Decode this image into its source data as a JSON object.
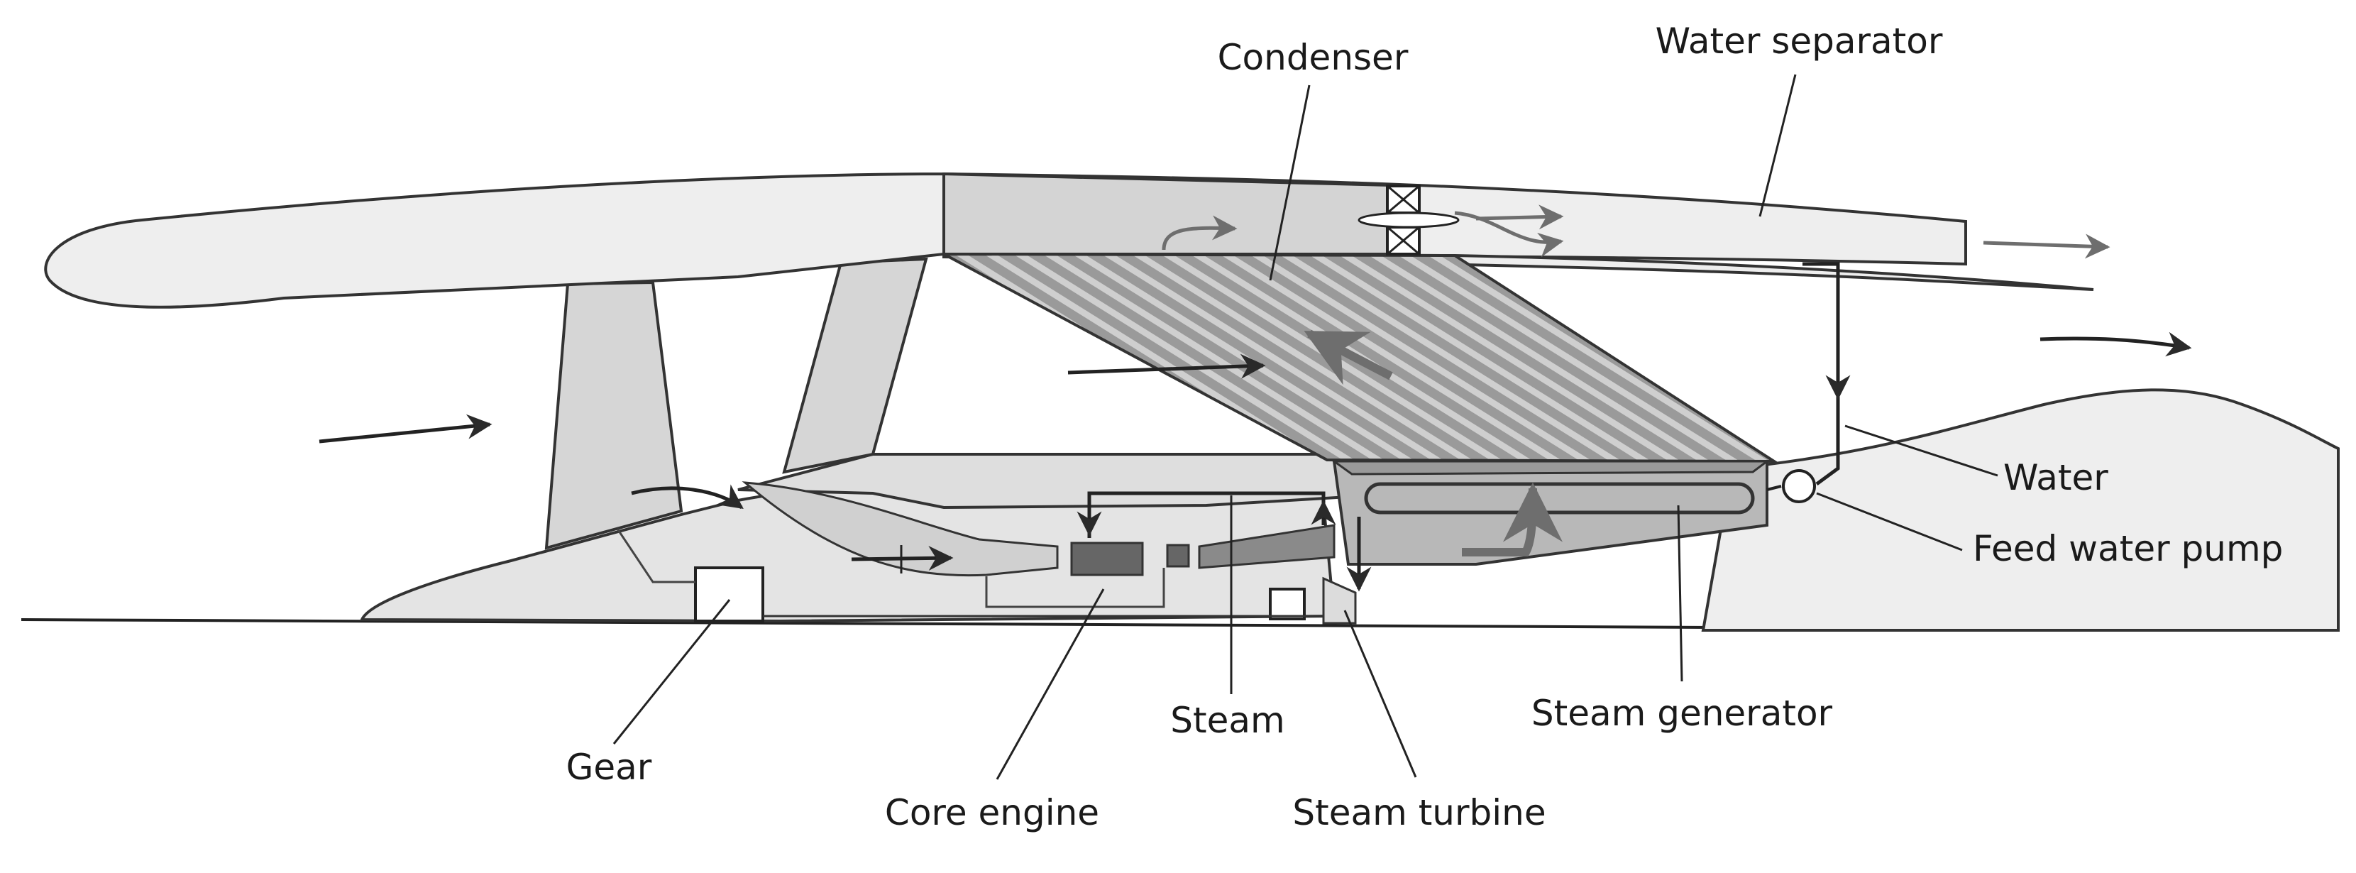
{
  "labels": {
    "condenser": "Condenser",
    "water_separator": "Water separator",
    "water": "Water",
    "feed_water_pump": "Feed water pump",
    "steam_generator": "Steam generator",
    "steam": "Steam",
    "steam_turbine": "Steam turbine",
    "core_engine": "Core engine",
    "gear": "Gear"
  },
  "colors": {
    "background": "#ffffff",
    "surface_light": "#eeeeee",
    "surface_mid": "#dcdcdc",
    "surface_dark": "#b8b8b8",
    "engine_dark": "#666666",
    "arrow_dark": "#2a2a2a",
    "arrow_mid": "#6e6e6e"
  }
}
